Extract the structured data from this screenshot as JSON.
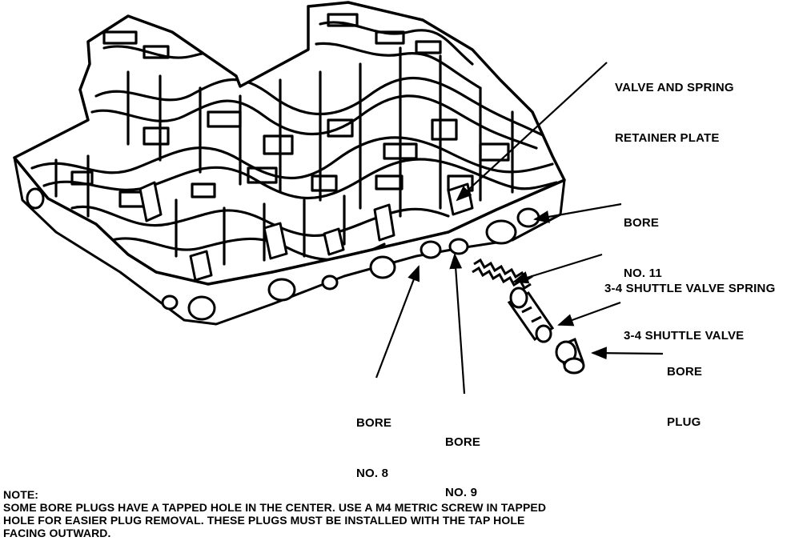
{
  "labels": {
    "valve_plate": [
      "VALVE AND SPRING",
      "RETAINER PLATE"
    ],
    "bore_11": [
      "BORE",
      "NO. 11"
    ],
    "shuttle_spring": [
      "3-4 SHUTTLE VALVE SPRING"
    ],
    "shuttle_valve": [
      "3-4 SHUTTLE VALVE"
    ],
    "bore_plug": [
      "BORE",
      "PLUG"
    ],
    "bore_8": [
      "BORE",
      "NO. 8"
    ],
    "bore_9": [
      "BORE",
      "NO. 9"
    ]
  },
  "note": {
    "heading": "NOTE:",
    "lines": [
      "SOME BORE PLUGS HAVE A TAPPED HOLE IN THE CENTER. USE A M4 METRIC SCREW IN TAPPED",
      "HOLE FOR EASIER PLUG REMOVAL. THESE PLUGS MUST BE INSTALLED WITH THE TAP HOLE",
      "FACING OUTWARD."
    ]
  }
}
